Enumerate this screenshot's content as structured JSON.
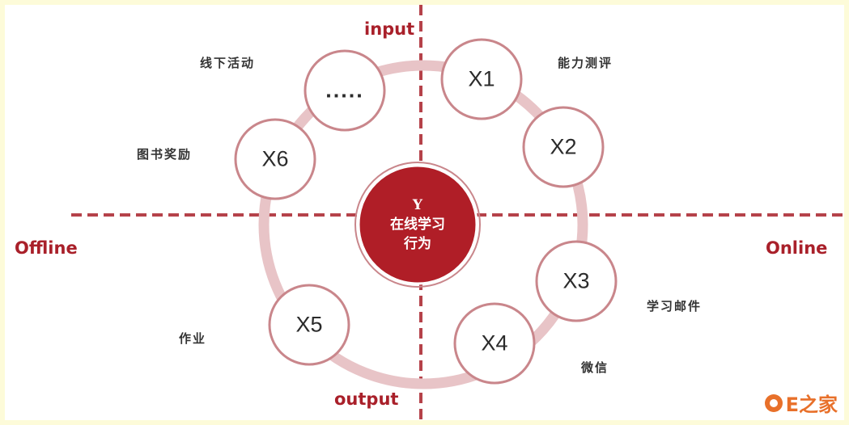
{
  "axes": {
    "top": "input",
    "bottom": "output",
    "left": "Offline",
    "right": "Online"
  },
  "center": {
    "line1": "Y",
    "line2": "在线学习",
    "line3": "行为"
  },
  "nodes": {
    "dots": ".....",
    "x1": "X1",
    "x2": "X2",
    "x3": "X3",
    "x4": "X4",
    "x5": "X5",
    "x6": "X6"
  },
  "labels": {
    "offline_activity": "线下活动",
    "ability_test": "能力测评",
    "book_reward": "图书奖励",
    "study_email": "学习邮件",
    "homework": "作业",
    "wechat": "微信"
  },
  "watermark": "E之家",
  "colors": {
    "axis_line": "#b5424a",
    "ring": "#e8c4c7",
    "node_border": "#c9868b",
    "center_fill": "#b01e27",
    "axis_text": "#a9202a",
    "page_border": "#fdfbd9"
  }
}
